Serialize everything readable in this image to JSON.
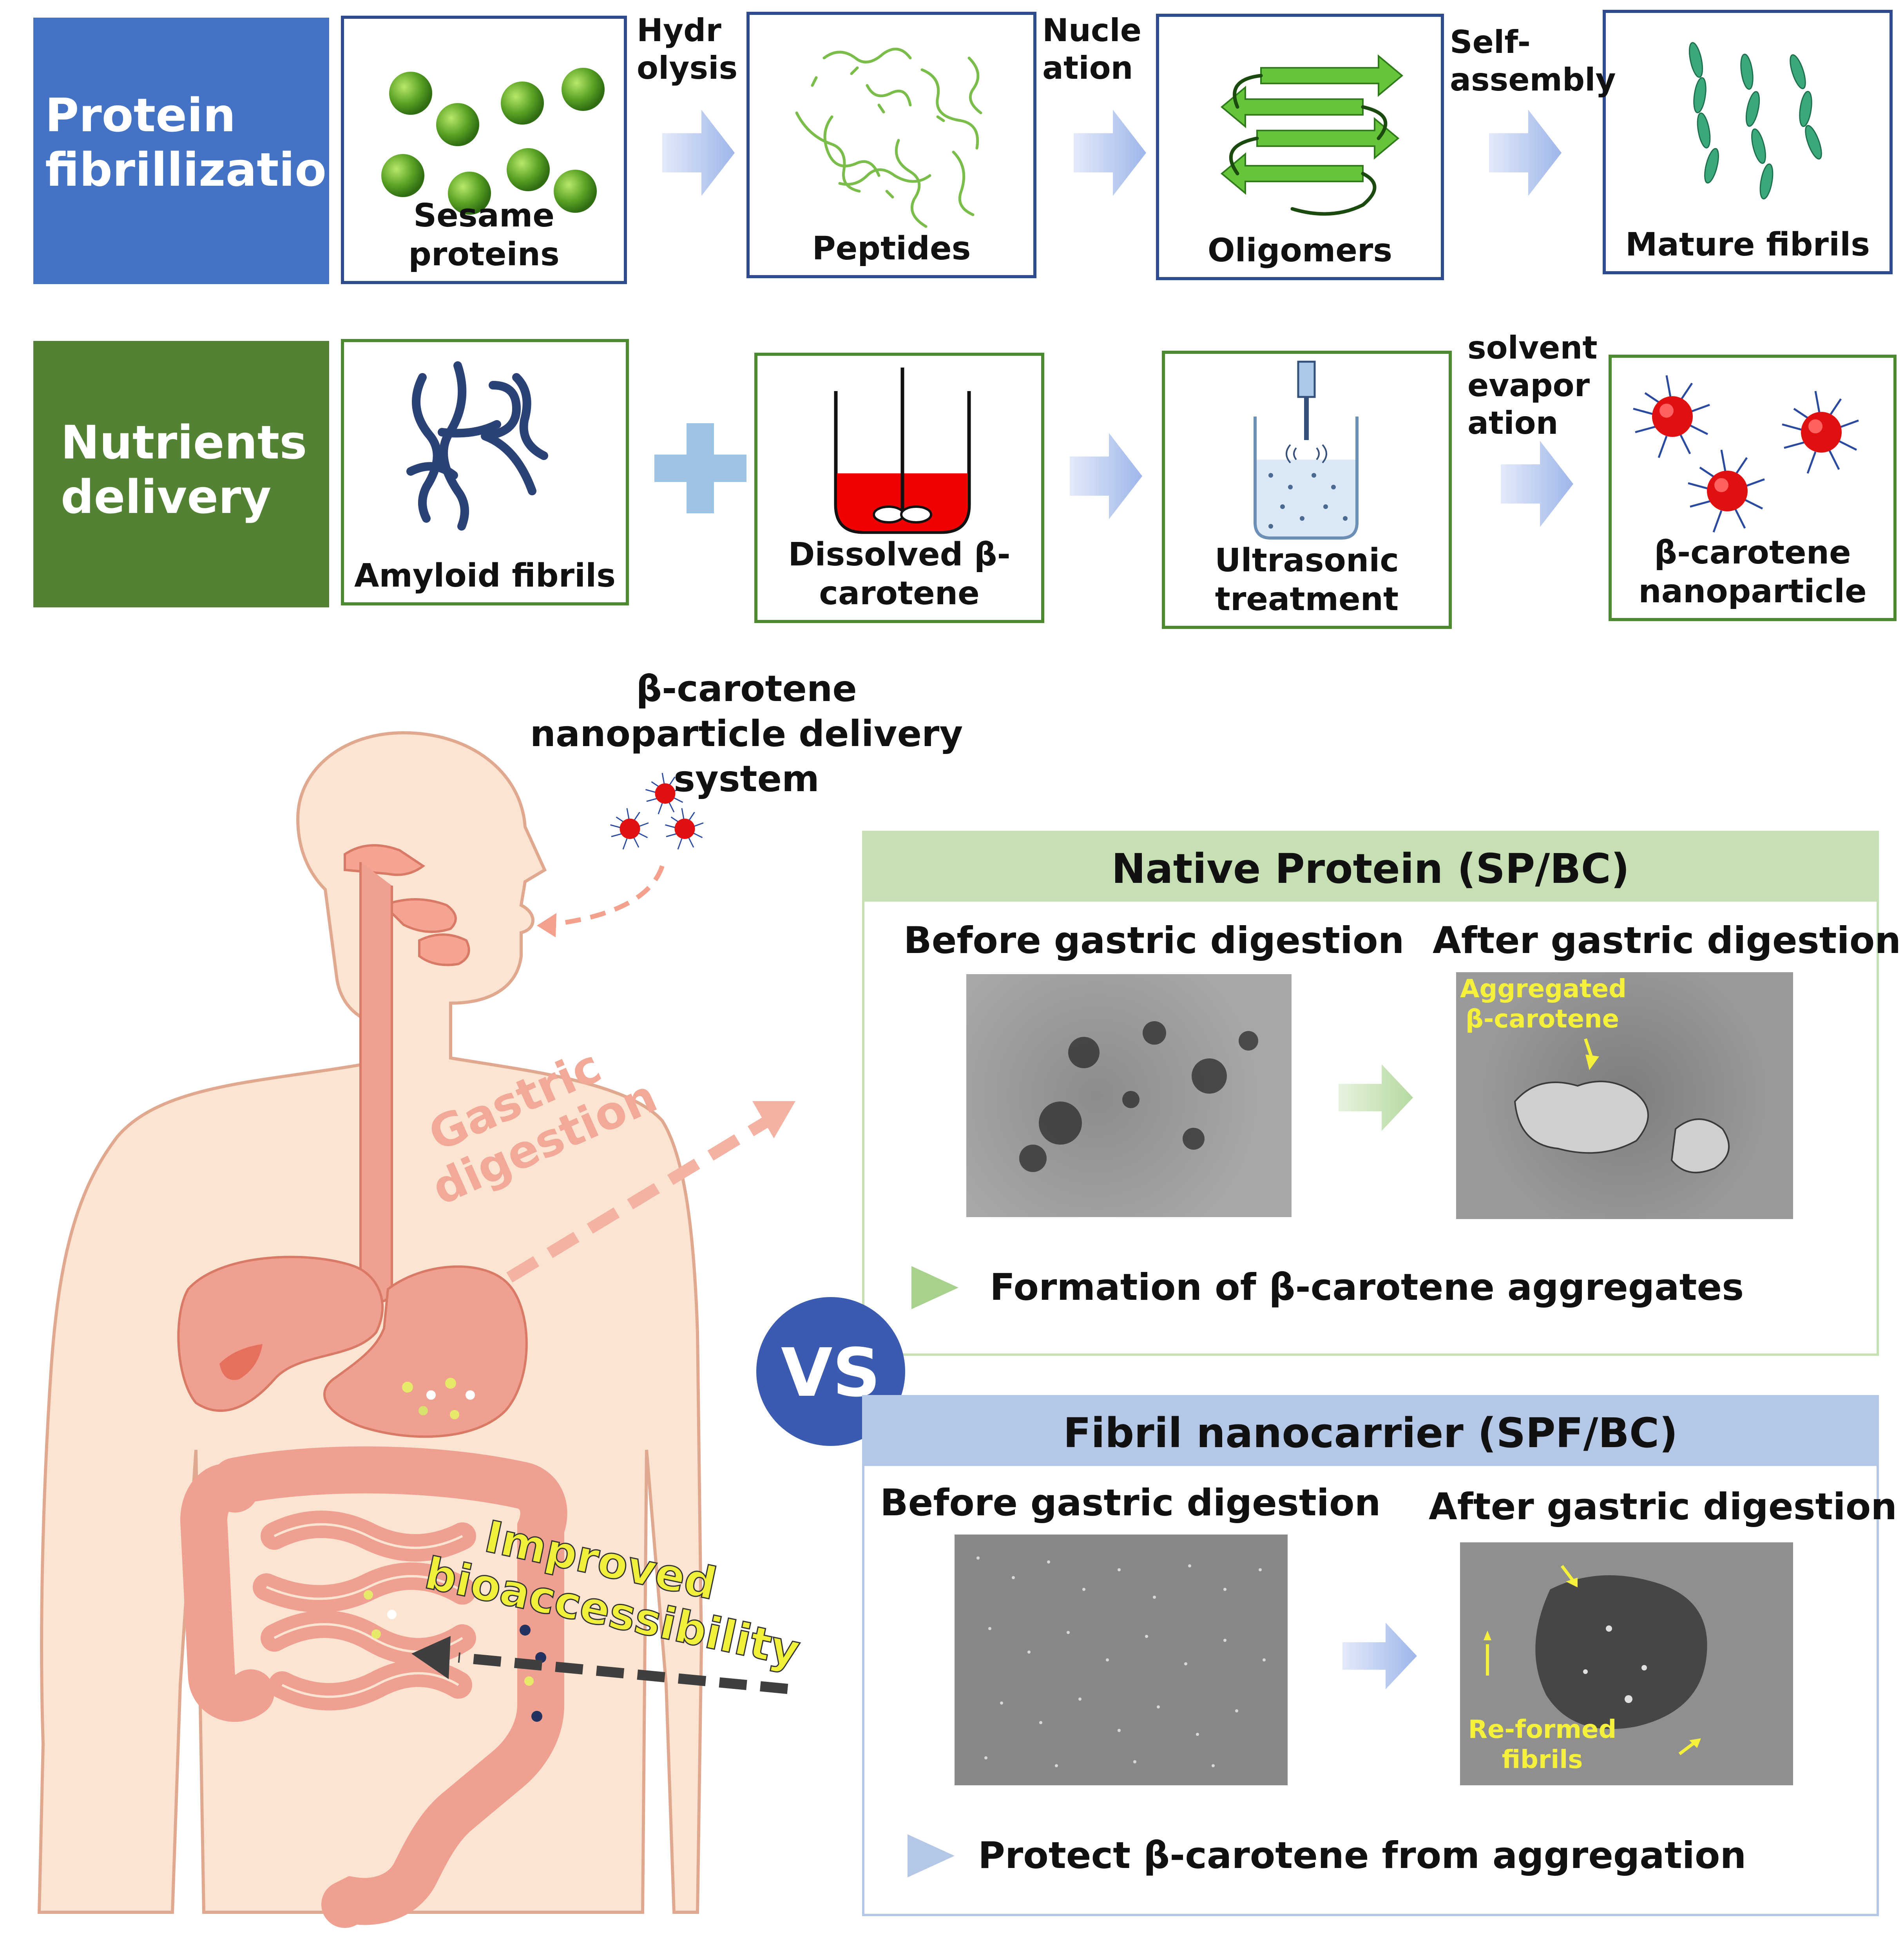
{
  "top_row": {
    "header": "Protein fibrillization",
    "steps": [
      "Sesame proteins",
      "Peptides",
      "Oligomers",
      "Mature fibrils"
    ],
    "arrows": [
      "Hydr olysis",
      "Nucle ation",
      "Self- assembly"
    ]
  },
  "middle_row": {
    "header": "Nutrients delivery",
    "steps": [
      "Amyloid fibrils",
      "Dissolved β-carotene",
      "Ultrasonic treatment",
      "β-carotene nanoparticle"
    ],
    "arrow_label": "solvent evapor ation"
  },
  "body": {
    "delivery_label": "β-carotene nanoparticle delivery system",
    "gastric_label": "Gastric digestion",
    "improved_label": "Improved bioaccessibility",
    "vs_label": "VS"
  },
  "native_panel": {
    "title": "Native Protein (SP/BC)",
    "before": "Before gastric digestion",
    "after": "After gastric digestion",
    "annotation": "Aggregated β-carotene",
    "conclusion": "Formation of β-carotene aggregates"
  },
  "fibril_panel": {
    "title": "Fibril nanocarrier (SPF/BC)",
    "before": "Before gastric digestion",
    "after": "After gastric digestion",
    "annotation": "Re-formed fibrils",
    "conclusion": "Protect β-carotene from aggregation"
  },
  "colors": {
    "top_header": "#4472c4",
    "mid_header": "#548235",
    "body_fill": "#fce4d2",
    "organ": "#f0a090",
    "native_band": "#c6e0b4",
    "fibril_band": "#b4c7e7",
    "vs_circle": "#3a5bb0"
  }
}
